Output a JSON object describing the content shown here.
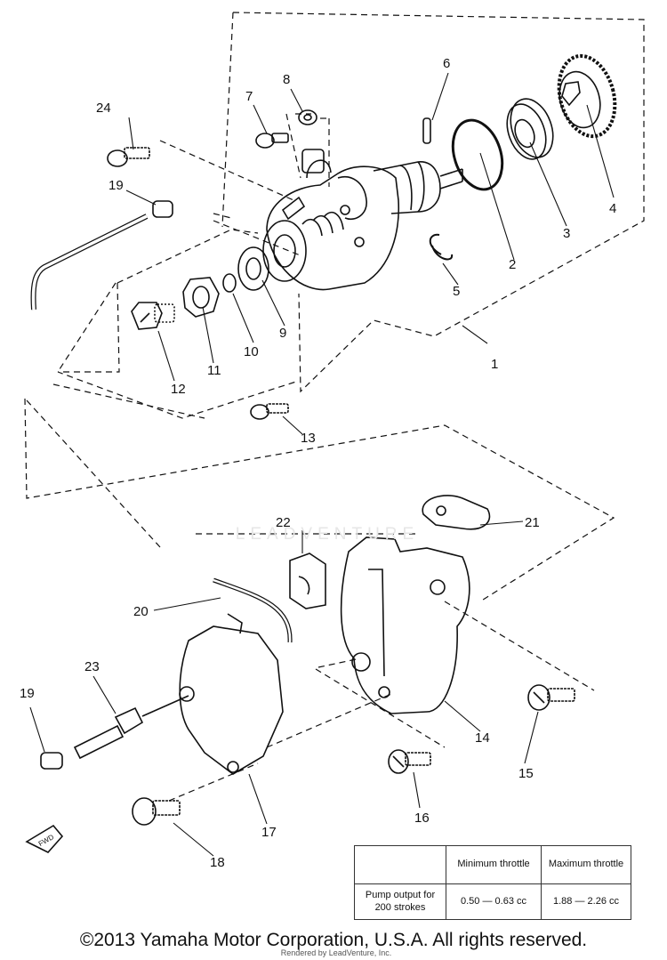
{
  "callouts": {
    "c1": "1",
    "c2": "2",
    "c3": "3",
    "c4": "4",
    "c5": "5",
    "c6": "6",
    "c7": "7",
    "c8": "8",
    "c9": "9",
    "c10": "10",
    "c11": "11",
    "c12": "12",
    "c13": "13",
    "c14": "14",
    "c15": "15",
    "c16": "16",
    "c17": "17",
    "c18": "18",
    "c19a": "19",
    "c19b": "19",
    "c20": "20",
    "c21": "21",
    "c22": "22",
    "c23": "23",
    "c24": "24"
  },
  "fwd_label": "FWD",
  "spec_table": {
    "header_min": "Minimum throttle",
    "header_max": "Maximum throttle",
    "row_label": "Pump output for 200 strokes",
    "min_value": "0.50 — 0.63 cc",
    "max_value": "1.88 — 2.26 cc"
  },
  "watermark": "LEADVENTURE",
  "copyright": "©2013 Yamaha Motor Corporation, U.S.A. All rights reserved.",
  "rendered_by": "Rendered by LeadVenture, Inc."
}
